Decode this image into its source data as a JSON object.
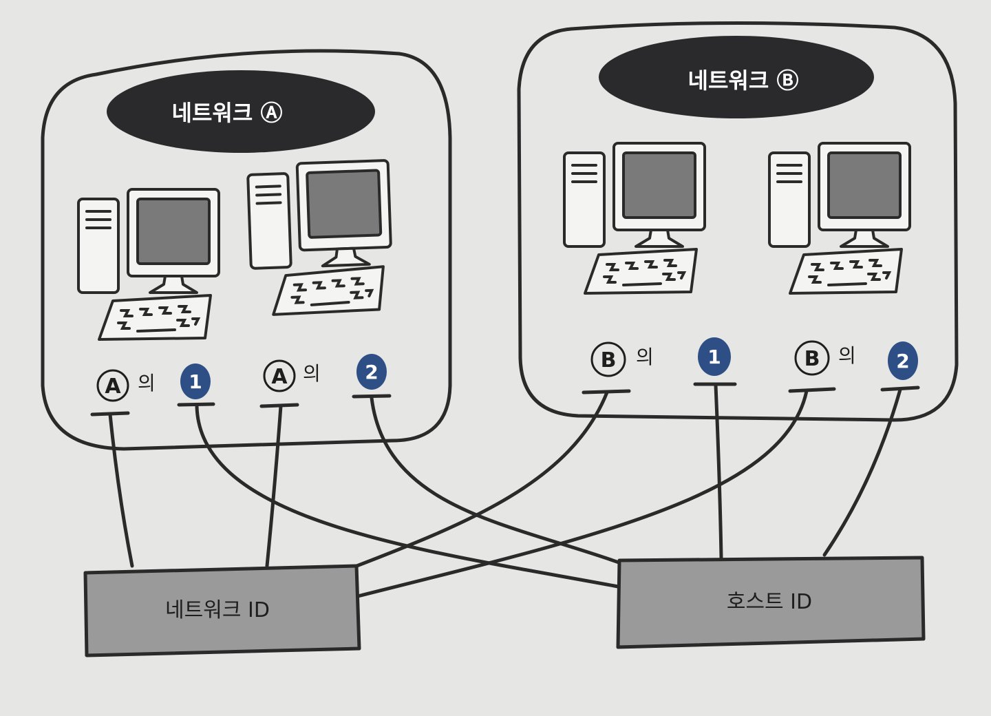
{
  "colors": {
    "background": "#e6e6e4",
    "oval": "#2a2a2c",
    "screen": "#7a7a7a",
    "id_box": "#9a9a9a",
    "number_badge": "#2d4f86",
    "line": "#2a2a2a"
  },
  "networks": [
    {
      "title": "네트워크 Ⓐ",
      "hosts": [
        {
          "network_label": "A",
          "suffix": "의",
          "host_number": "1"
        },
        {
          "network_label": "A",
          "suffix": "의",
          "host_number": "2"
        }
      ]
    },
    {
      "title": "네트워크 Ⓑ",
      "hosts": [
        {
          "network_label": "B",
          "suffix": "의",
          "host_number": "1"
        },
        {
          "network_label": "B",
          "suffix": "의",
          "host_number": "2"
        }
      ]
    }
  ],
  "id_boxes": {
    "network_id": "네트워크 ID",
    "host_id": "호스트 ID"
  }
}
